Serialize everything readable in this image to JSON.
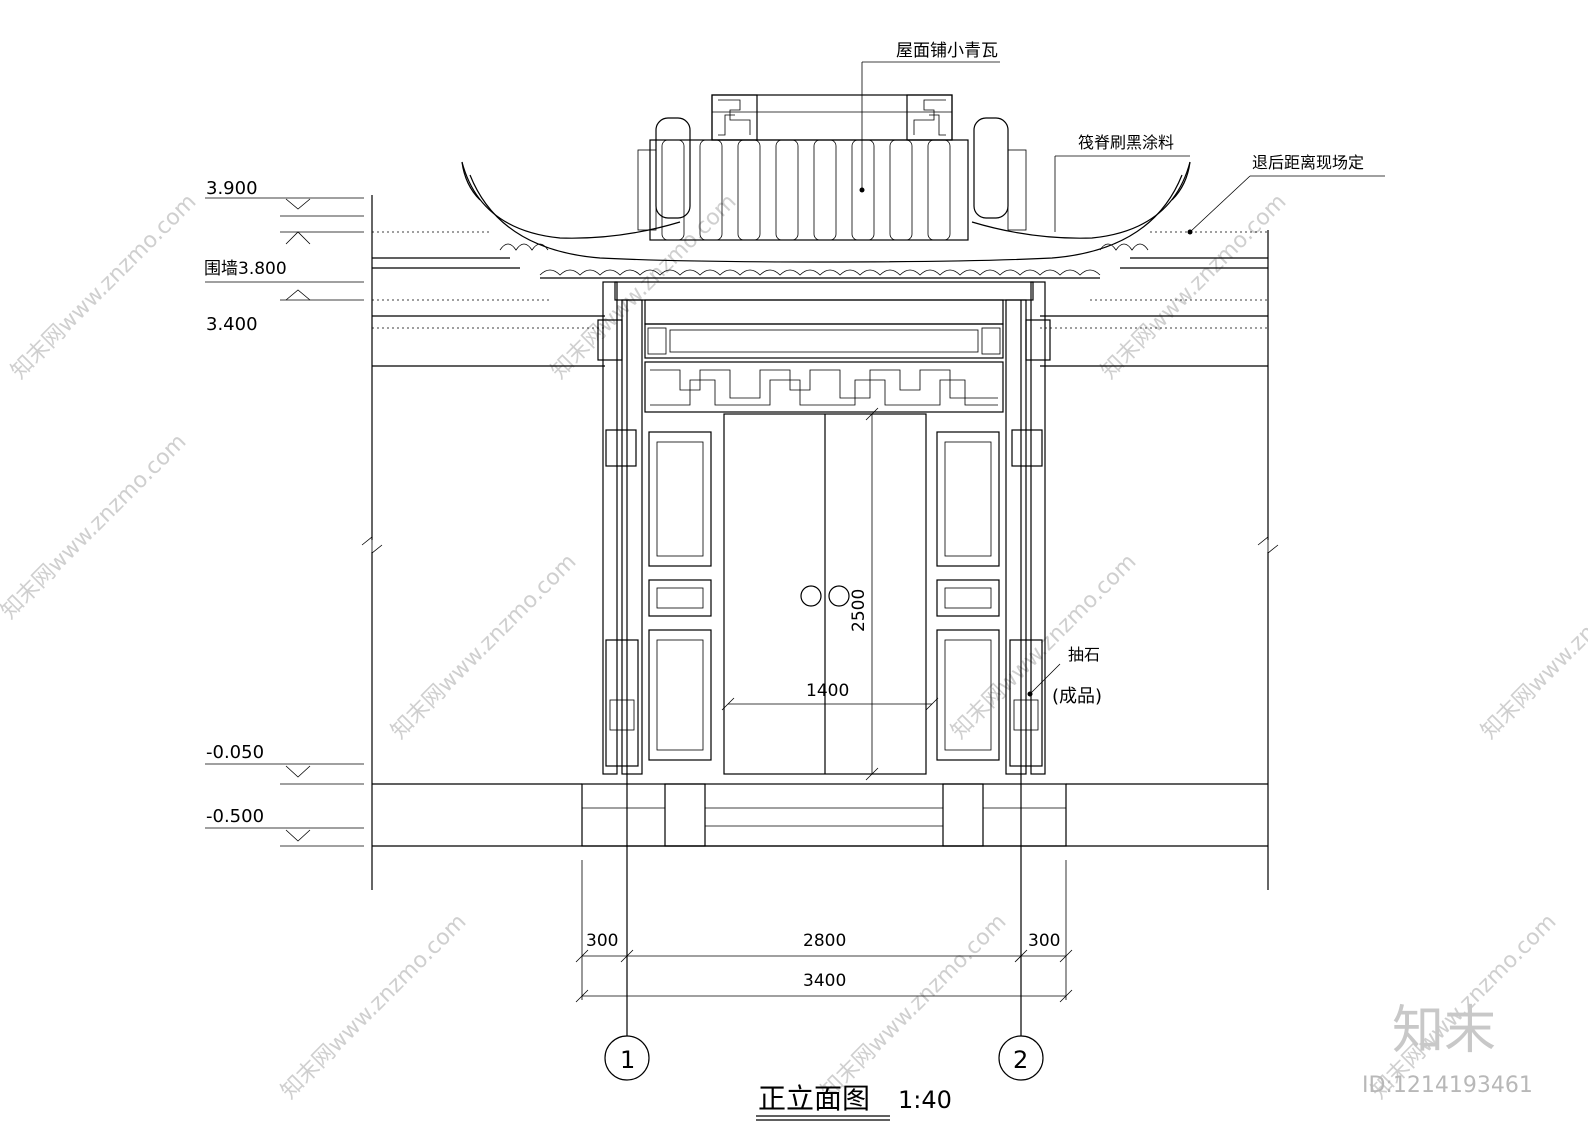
{
  "annotations": {
    "roof_tiles": "屋面铺小青瓦",
    "ridge_paint": "筏脊刷黑涂料",
    "setback": "退后距离现场定",
    "stone": "抽石",
    "stone_note": "(成品)"
  },
  "elevations": {
    "e3900": "3.900",
    "wall3800": "围墙3.800",
    "e3400": "3.400",
    "em050": "-0.050",
    "em500": "-0.500"
  },
  "dimensions": {
    "d2500": "2500",
    "d1400": "1400",
    "d300a": "300",
    "d2800": "2800",
    "d300b": "300",
    "d3400": "3400"
  },
  "axes": {
    "a1": "1",
    "a2": "2"
  },
  "title": {
    "name": "正立面图",
    "scale": "1:40"
  },
  "watermark": {
    "text": "知末网www.znzmo.com",
    "logo": "知末",
    "id": "ID:1214193461"
  },
  "colors": {
    "line": "#000000",
    "watermark": "#cfcfcf"
  }
}
